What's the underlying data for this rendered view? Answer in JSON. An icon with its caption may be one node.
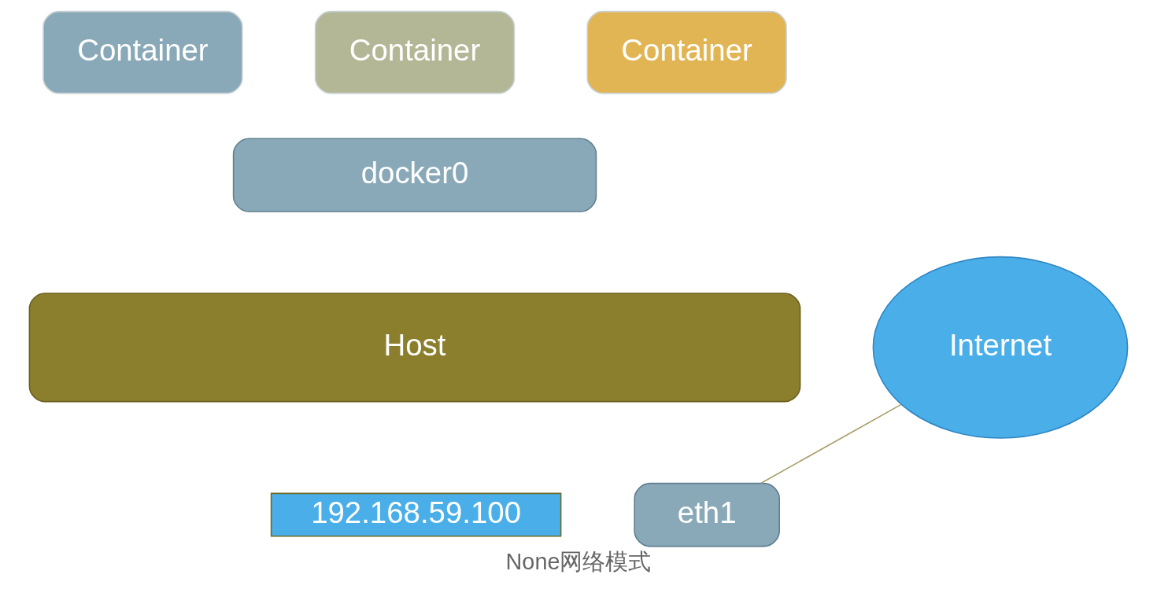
{
  "diagram": {
    "caption": "None网络模式",
    "nodes": [
      {
        "text": [
          "Container"
        ]
      },
      {
        "text": [
          "Container"
        ]
      },
      {
        "text": [
          "Container"
        ]
      },
      {
        "text": [
          "docker0"
        ]
      },
      {
        "text": [
          "Host"
        ]
      },
      {
        "text": [
          "eth1"
        ]
      },
      {
        "text": [
          "192.168.59.100"
        ]
      },
      {
        "text": [
          "Internet"
        ]
      }
    ],
    "edges": [
      {
        "from": 5,
        "to": 7,
        "arrow": "none"
      }
    ]
  }
}
